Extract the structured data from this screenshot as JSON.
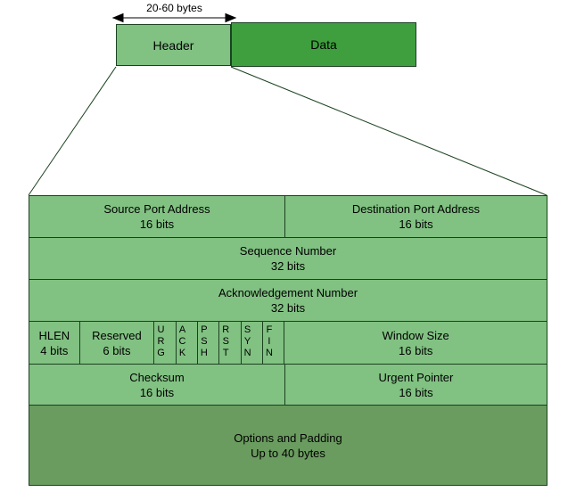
{
  "top_bar": {
    "range_label": "20-60 bytes",
    "header_label": "Header",
    "data_label": "Data"
  },
  "fields": {
    "source_port": {
      "title": "Source Port Address",
      "subtitle": "16 bits"
    },
    "destination_port": {
      "title": "Destination Port Address",
      "subtitle": "16 bits"
    },
    "sequence_number": {
      "title": "Sequence Number",
      "subtitle": "32 bits"
    },
    "acknowledgement_number": {
      "title": "Acknowledgement Number",
      "subtitle": "32 bits"
    },
    "hlen": {
      "title": "HLEN",
      "subtitle": "4 bits"
    },
    "reserved": {
      "title": "Reserved",
      "subtitle": "6 bits"
    },
    "flags": [
      "URG",
      "ACK",
      "PSH",
      "RST",
      "SYN",
      "FIN"
    ],
    "window_size": {
      "title": "Window Size",
      "subtitle": "16 bits"
    },
    "checksum": {
      "title": "Checksum",
      "subtitle": "16 bits"
    },
    "urgent_pointer": {
      "title": "Urgent Pointer",
      "subtitle": "16 bits"
    },
    "options": {
      "title": "Options and Padding",
      "subtitle": "Up to 40 bytes"
    }
  },
  "colors": {
    "field_green": "#81c182",
    "data_green": "#3f9f3f",
    "options_green": "#6a9b5f",
    "line_dark": "#1b4220"
  }
}
